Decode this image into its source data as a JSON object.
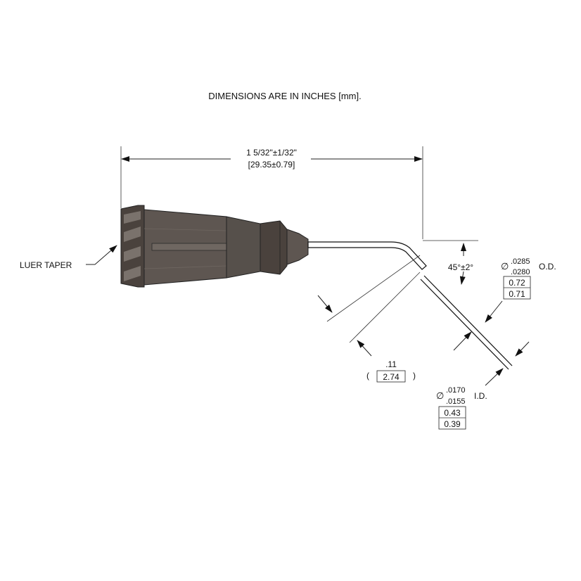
{
  "header": {
    "note": "DIMENSIONS ARE IN INCHES [mm]."
  },
  "callouts": {
    "luer": "LUER TAPER",
    "length_in": "1 5/32\"±1/32\"",
    "length_mm": "[29.35±0.79]",
    "angle": "45°±2°",
    "od_symbol": "∅",
    "od_upper": ".0285",
    "od_lower": ".0280",
    "od_label": "O.D.",
    "od_mm_upper": "0.72",
    "od_mm_lower": "0.71",
    "tip_in": ".11",
    "tip_mm": "2.74",
    "id_symbol": "∅",
    "id_upper": ".0170",
    "id_lower": ".0155",
    "id_label": "I.D.",
    "id_mm_upper": "0.43",
    "id_mm_lower": "0.39"
  },
  "colors": {
    "hub_fill": "#5e5651",
    "hub_dark": "#3c3531",
    "hub_light": "#7a726c",
    "line": "#222222"
  }
}
